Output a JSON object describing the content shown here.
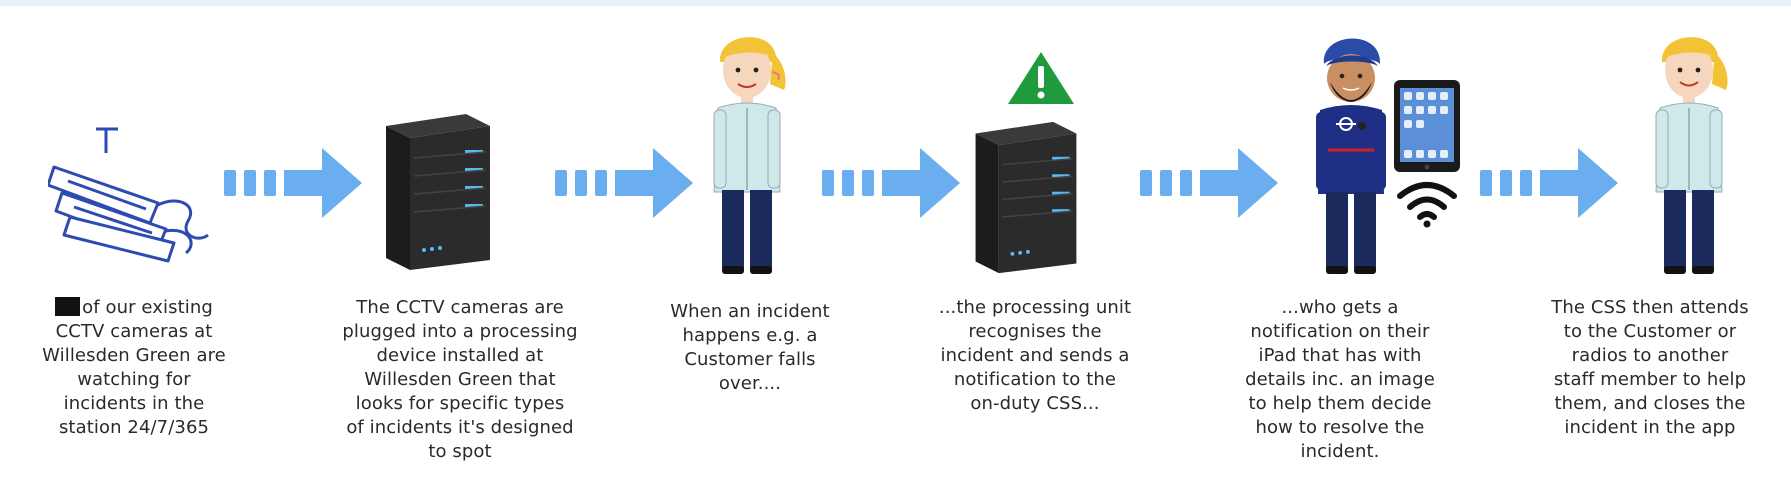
{
  "colors": {
    "arrow": "#6aaef0",
    "server_body": "#2b2b2b",
    "server_light": "#59b8f0",
    "warning_green": "#1f9a3c",
    "shirt": "#cfe9ea",
    "trousers": "#1b2a5c",
    "hair": "#f2c335",
    "turban": "#2a4ba8",
    "uniform": "#1f2f86"
  },
  "icons": {
    "cctv": "cctv-cameras-icon",
    "server": "server-icon",
    "warning": "warning-triangle-icon",
    "wifi": "wifi-icon",
    "tablet": "tablet-icon"
  },
  "steps": [
    {
      "redaction": "redacted",
      "lines": [
        "of our existing",
        "CCTV cameras at",
        "Willesden Green are",
        "watching for",
        "incidents in the",
        "station 24/7/365"
      ]
    },
    {
      "lines": [
        "The CCTV cameras are",
        "plugged into a processing",
        "device installed at",
        "Willesden Green that",
        "looks for specific types",
        "of incidents it's designed",
        "to spot"
      ]
    },
    {
      "lines": [
        "When an incident",
        "happens e.g. a",
        "Customer falls",
        "over...."
      ]
    },
    {
      "lines": [
        "...the processing unit",
        "recognises the",
        "incident and sends a",
        "notification to the",
        "on-duty CSS..."
      ]
    },
    {
      "lines": [
        "...who gets a",
        "notification on their",
        "iPad that has with",
        "details inc. an image",
        "to help them decide",
        "how to resolve the",
        "incident."
      ]
    },
    {
      "lines": [
        "The CSS then attends",
        "to the Customer or",
        "radios to another",
        "staff member to help",
        "them, and closes the",
        "incident in the app"
      ]
    }
  ]
}
